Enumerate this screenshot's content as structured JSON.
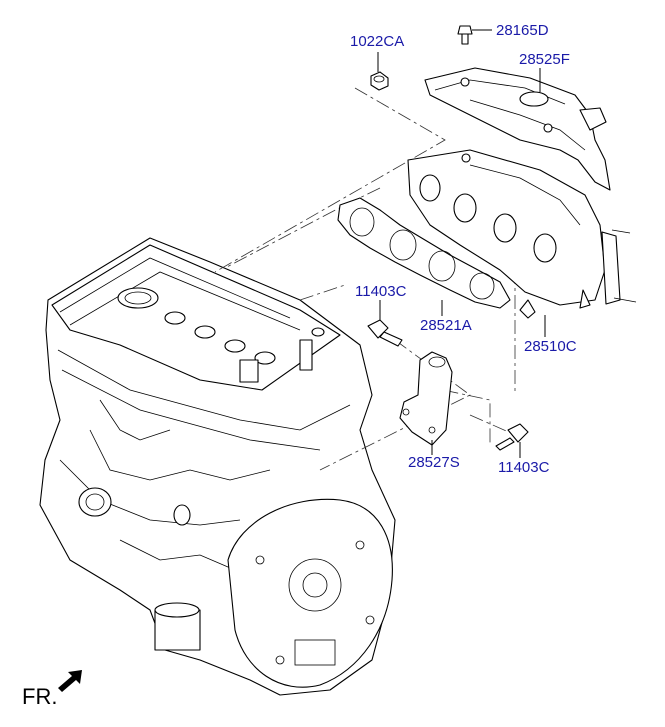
{
  "diagram": {
    "orientation_label": "FR.",
    "parts": {
      "p_1022CA": "1022CA",
      "p_28165D": "28165D",
      "p_28525F": "28525F",
      "p_11403C_top": "11403C",
      "p_28521A": "28521A",
      "p_28510C": "28510C",
      "p_28527S": "28527S",
      "p_11403C_bottom": "11403C"
    },
    "colors": {
      "callout": "#1a1aa8",
      "line": "#000000"
    }
  }
}
